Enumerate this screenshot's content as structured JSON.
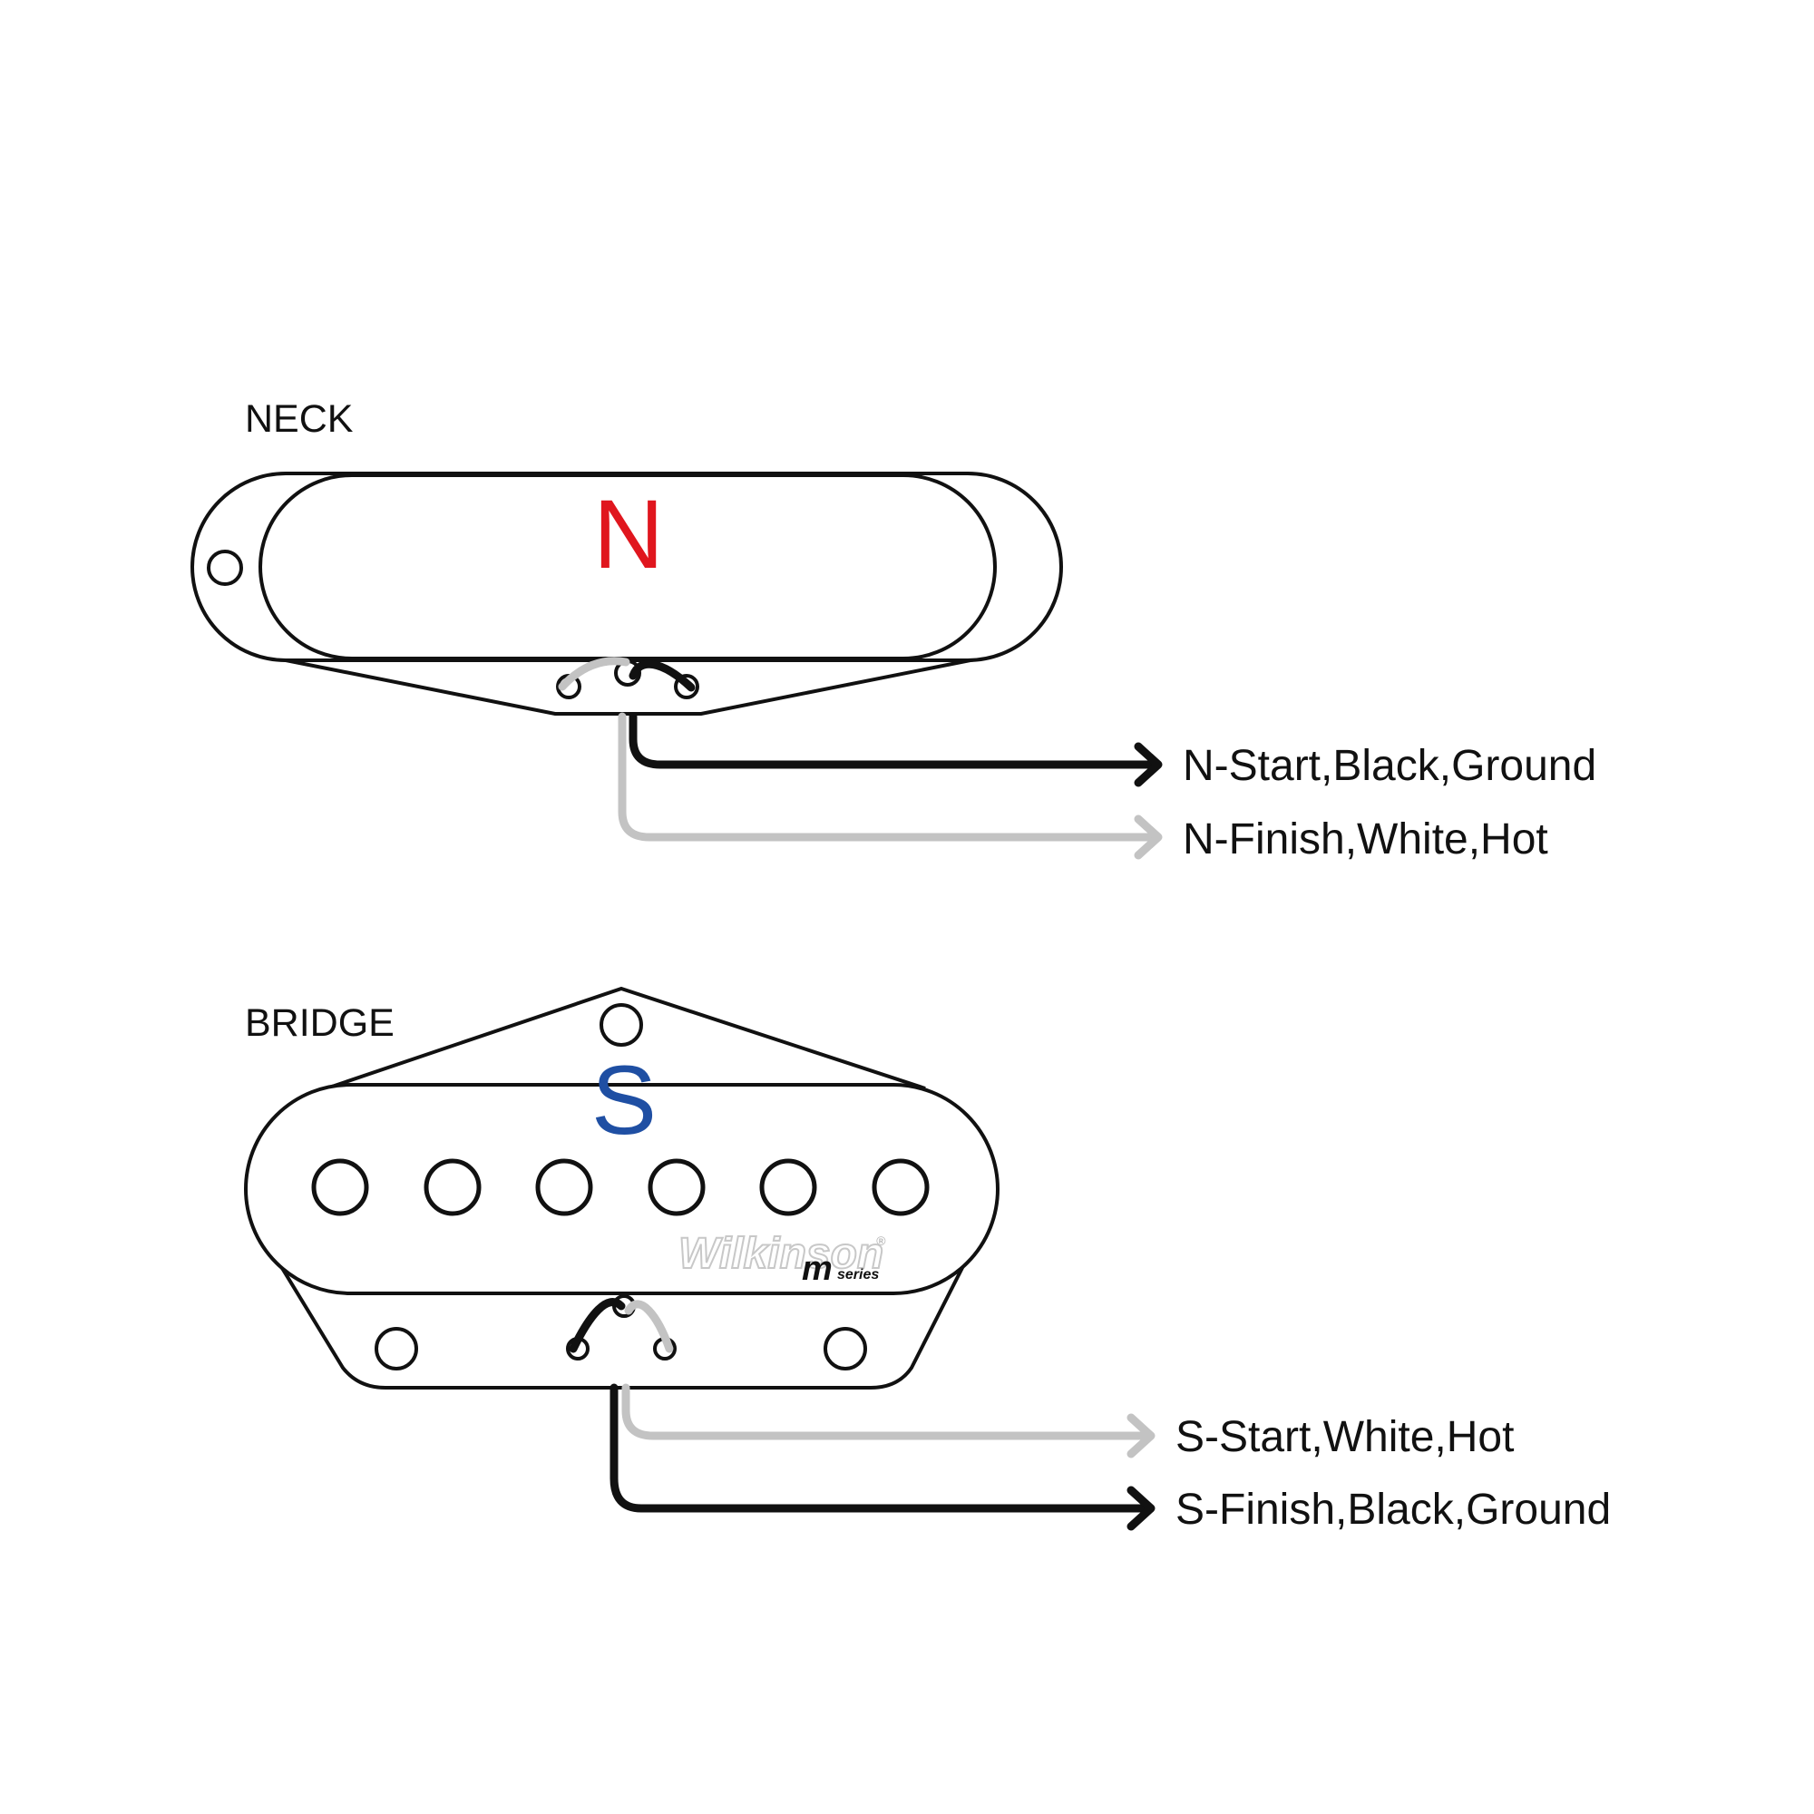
{
  "colors": {
    "north": "#e0161e",
    "south": "#1f4fa3",
    "black_wire": "#111111",
    "white_wire": "#c3c3c3",
    "outline": "#111111",
    "logo": "#d0d0d0"
  },
  "neck": {
    "title": "NECK",
    "pole": "N",
    "wires": [
      {
        "label": "N-Start,Black,Ground",
        "color": "black"
      },
      {
        "label": "N-Finish,White,Hot",
        "color": "white"
      }
    ]
  },
  "bridge": {
    "title": "BRIDGE",
    "pole": "S",
    "logo_brand": "Wilkinson",
    "logo_mark": "®",
    "logo_m": "m",
    "logo_series": "series",
    "wires": [
      {
        "label": "S-Start,White,Hot",
        "color": "white"
      },
      {
        "label": "S-Finish,Black,Ground",
        "color": "black"
      }
    ]
  }
}
